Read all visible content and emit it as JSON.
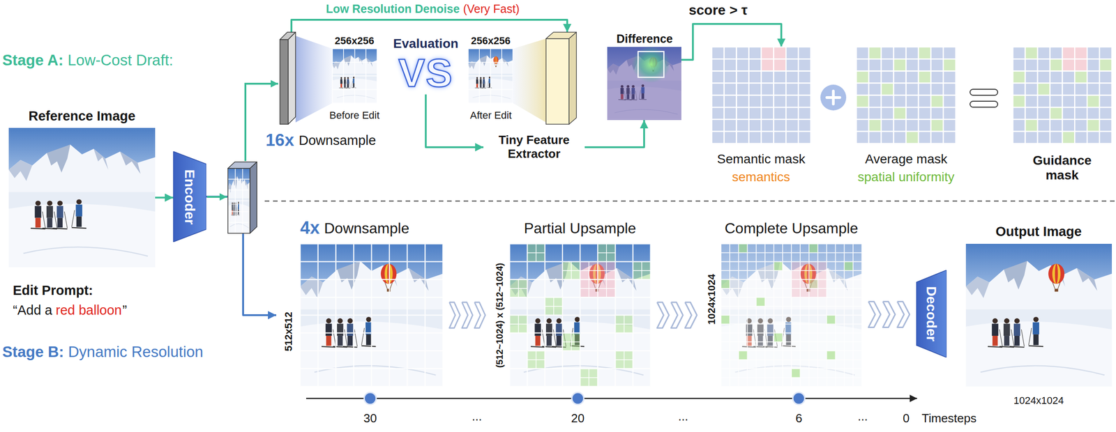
{
  "diagram": {
    "nodes": [
      {
        "text": [
          "Reference Image"
        ]
      },
      {
        "text": [
          "Encoder"
        ]
      },
      {
        "text": [
          "256x256",
          "Before Edit"
        ]
      },
      {
        "text": [
          "Evaluation",
          "VS"
        ]
      },
      {
        "text": [
          "256x256",
          "After Edit"
        ]
      },
      {
        "text": [
          "Tiny Feature Extractor"
        ]
      },
      {
        "text": [
          "Difference"
        ]
      },
      {
        "text": [
          "Semantic mask",
          "semantics"
        ]
      },
      {
        "text": [
          "Average mask",
          "spatial uniformity"
        ]
      },
      {
        "text": [
          "Guidance mask"
        ]
      },
      {
        "text": [
          "4x",
          "Downsample",
          "512x512"
        ]
      },
      {
        "text": [
          "Partial Upsample",
          "(512~1024) x (512~1024)"
        ]
      },
      {
        "text": [
          "Complete Upsample",
          "1024x1024"
        ]
      },
      {
        "text": [
          "Decoder"
        ]
      },
      {
        "text": [
          "Output Image",
          "1024x1024"
        ]
      }
    ],
    "edges": [
      {
        "from": 0,
        "to": 1,
        "arrow": "to"
      },
      {
        "from": 2,
        "to": 4,
        "arrow": "to",
        "label": "Low Resolution Denoise"
      },
      {
        "from": 3,
        "to": 5,
        "arrow": "to"
      },
      {
        "from": 5,
        "to": 6,
        "arrow": "to"
      },
      {
        "from": 6,
        "to": 7,
        "arrow": "to",
        "label": "score > τ"
      },
      {
        "from": 1,
        "to": 10,
        "arrow": "to"
      },
      {
        "from": 10,
        "to": 11,
        "arrow": "to"
      },
      {
        "from": 11,
        "to": 12,
        "arrow": "to"
      },
      {
        "from": 12,
        "to": 13,
        "arrow": "to"
      }
    ],
    "labels": [
      "Stage A:",
      "Low-Cost Draft:",
      "(Very Fast)",
      "16x",
      "Downsample",
      "Edit Prompt:",
      "“Add a",
      "red balloon",
      "”",
      "Stage B:",
      "Dynamic Resolution",
      "30",
      "...",
      "20",
      "...",
      "6",
      "...",
      "0",
      "Timesteps"
    ]
  }
}
